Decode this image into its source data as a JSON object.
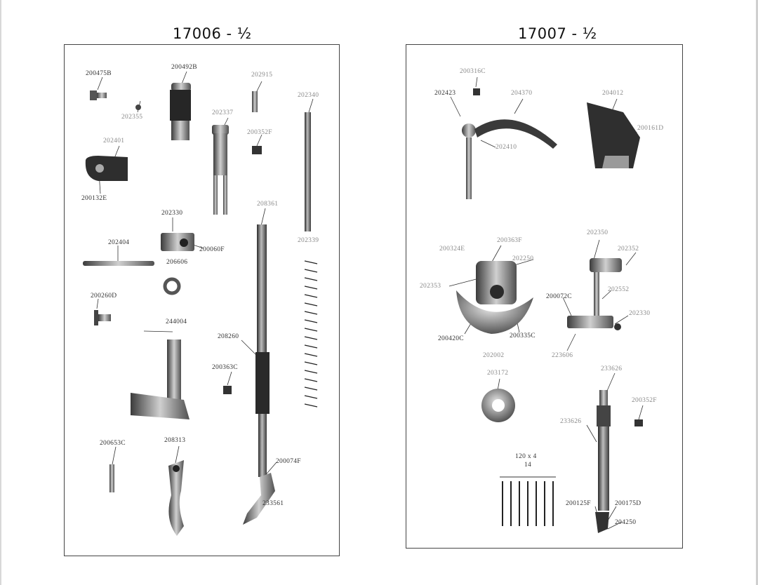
{
  "left_panel": {
    "heading": "17006 - ½",
    "labels": [
      {
        "id": "l1",
        "text": "200475B"
      },
      {
        "id": "l2",
        "text": "200492B"
      },
      {
        "id": "l3",
        "text": "202915"
      },
      {
        "id": "l4",
        "text": "202355"
      },
      {
        "id": "l5",
        "text": "202337"
      },
      {
        "id": "l6",
        "text": "202340"
      },
      {
        "id": "l7",
        "text": "200352F"
      },
      {
        "id": "l8",
        "text": "202401"
      },
      {
        "id": "l9",
        "text": "200132E"
      },
      {
        "id": "l10",
        "text": "202330"
      },
      {
        "id": "l11",
        "text": "208361"
      },
      {
        "id": "l12",
        "text": "202404"
      },
      {
        "id": "l13",
        "text": "200060F"
      },
      {
        "id": "l14",
        "text": "206606"
      },
      {
        "id": "l15",
        "text": "202339"
      },
      {
        "id": "l16",
        "text": "200260D"
      },
      {
        "id": "l17",
        "text": "244004"
      },
      {
        "id": "l18",
        "text": "208260"
      },
      {
        "id": "l19",
        "text": "200363C"
      },
      {
        "id": "l20",
        "text": "200653C"
      },
      {
        "id": "l21",
        "text": "208313"
      },
      {
        "id": "l22",
        "text": "200074F"
      },
      {
        "id": "l23",
        "text": "233561"
      }
    ]
  },
  "right_panel": {
    "heading": "17007 - ½",
    "labels": [
      {
        "id": "r1",
        "text": "200316C"
      },
      {
        "id": "r2",
        "text": "202423"
      },
      {
        "id": "r3",
        "text": "204370"
      },
      {
        "id": "r4",
        "text": "204012"
      },
      {
        "id": "r5",
        "text": "200161D"
      },
      {
        "id": "r6",
        "text": "202410"
      },
      {
        "id": "r7",
        "text": "200363F"
      },
      {
        "id": "r8",
        "text": "200324E"
      },
      {
        "id": "r9",
        "text": "202250"
      },
      {
        "id": "r10",
        "text": "202353"
      },
      {
        "id": "r11",
        "text": "202350"
      },
      {
        "id": "r12",
        "text": "202352"
      },
      {
        "id": "r13",
        "text": "202552"
      },
      {
        "id": "r14",
        "text": "200072C"
      },
      {
        "id": "r15",
        "text": "202330"
      },
      {
        "id": "r16",
        "text": "200420C"
      },
      {
        "id": "r17",
        "text": "200335C"
      },
      {
        "id": "r18",
        "text": "202002"
      },
      {
        "id": "r19",
        "text": "223606"
      },
      {
        "id": "r20",
        "text": "203172"
      },
      {
        "id": "r21",
        "text": "233626"
      },
      {
        "id": "r22",
        "text": "200352F"
      },
      {
        "id": "r23",
        "text": "233626"
      },
      {
        "id": "r24",
        "text": "120 x 4"
      },
      {
        "id": "r25",
        "text": "14"
      },
      {
        "id": "r26",
        "text": "200125F"
      },
      {
        "id": "r27",
        "text": "200175D"
      },
      {
        "id": "r28",
        "text": "204250"
      }
    ]
  }
}
